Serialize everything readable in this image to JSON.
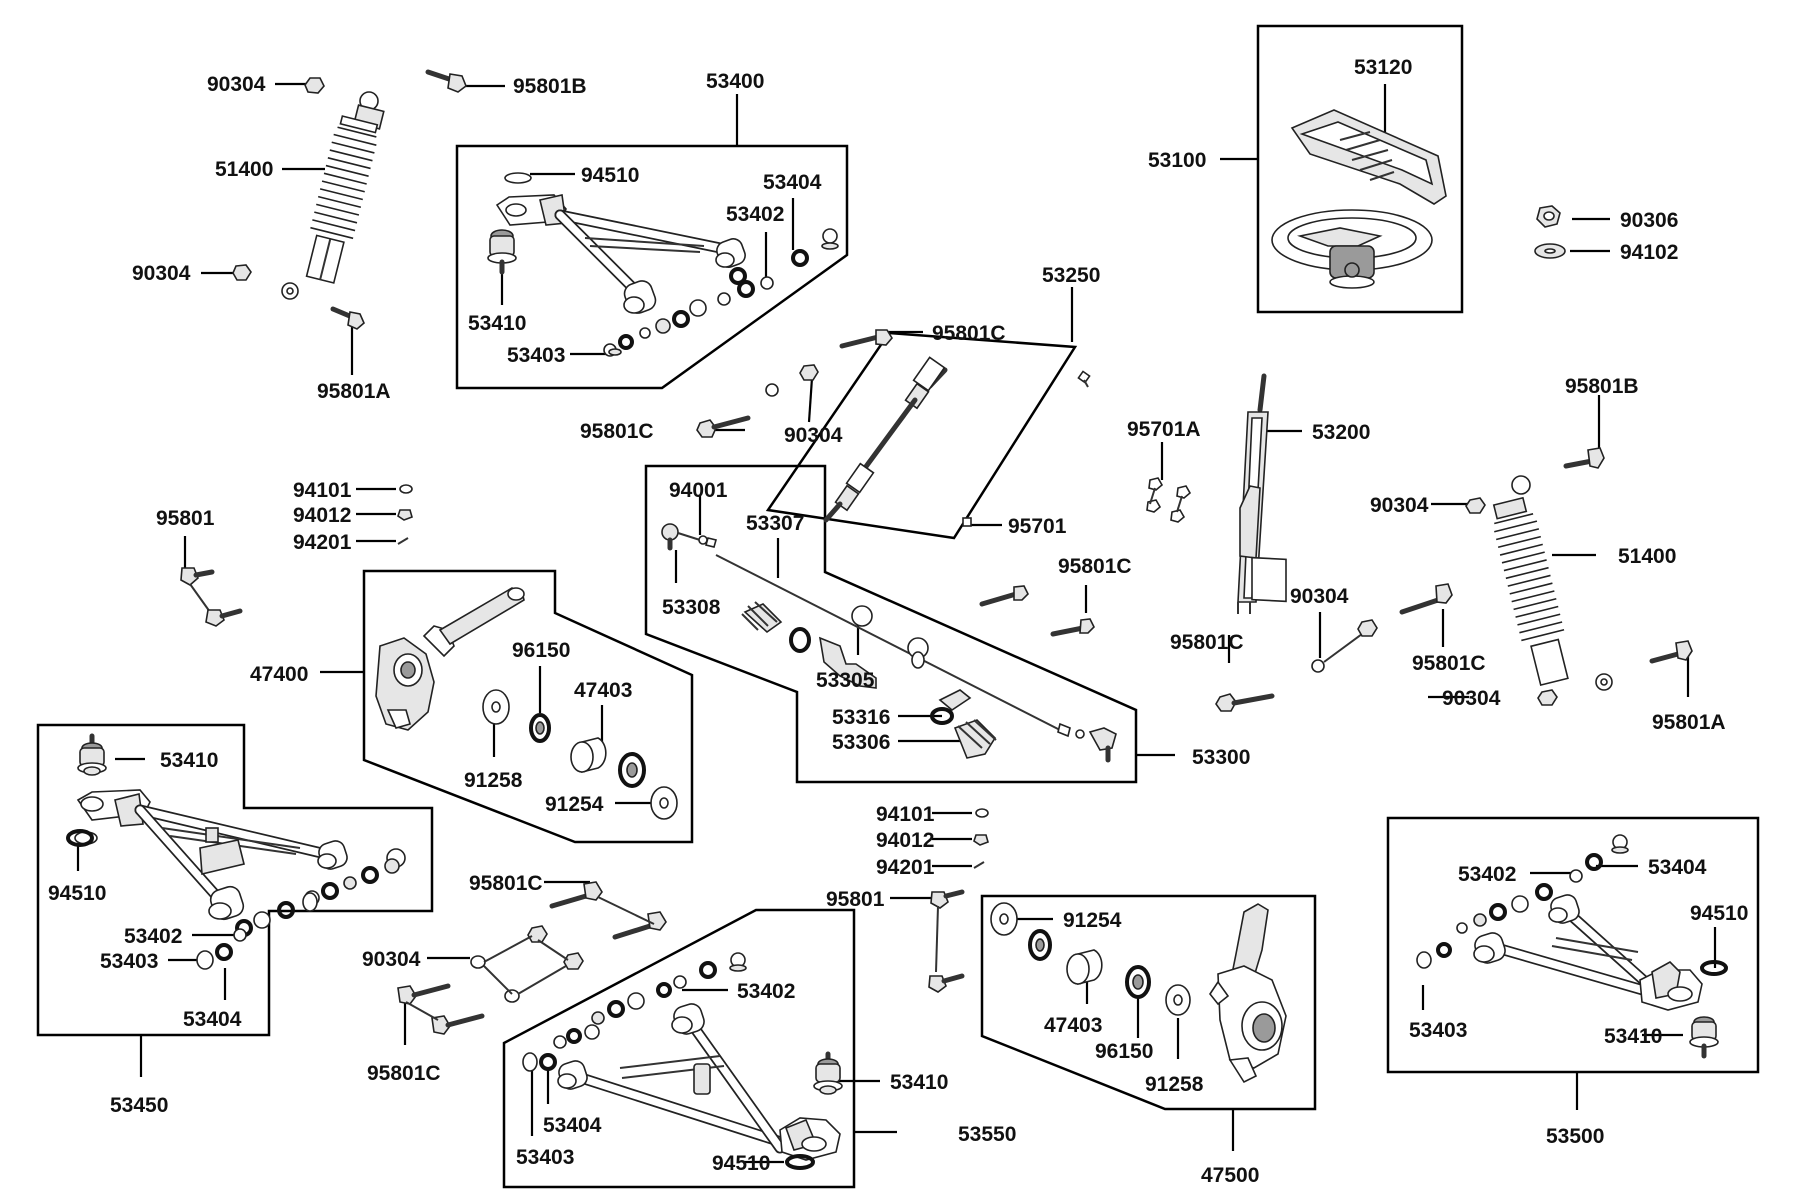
{
  "diagram": {
    "labels": {
      "l90304a": "90304",
      "l95801Ba": "95801B",
      "l51400a": "51400",
      "l90304b": "90304",
      "l95801Aa": "95801A",
      "l53400": "53400",
      "l94510a": "94510",
      "l53404a": "53404",
      "l53402a": "53402",
      "l53410a": "53410",
      "l53403a": "53403",
      "l53120": "53120",
      "l53100": "53100",
      "l90306": "90306",
      "l94102": "94102",
      "l53250": "53250",
      "l95801Ca": "95801C",
      "l95801Cb": "95801C",
      "l90304c": "90304",
      "l95701A": "95701A",
      "l53200": "53200",
      "l95701": "95701",
      "l95801Bb": "95801B",
      "l90304d": "90304",
      "l51400b": "51400",
      "l94101a": "94101",
      "l94012a": "94012",
      "l94201a": "94201",
      "l95801a": "95801",
      "l94001": "94001",
      "l53307": "53307",
      "l53308": "53308",
      "l53305": "53305",
      "l53316": "53316",
      "l53306": "53306",
      "l53300": "53300",
      "l95801Cc": "95801C",
      "l90304e": "90304",
      "l95801Cd": "95801C",
      "l95801Ce": "95801C",
      "l90304f": "90304",
      "l95801Ab": "95801A",
      "l47400": "47400",
      "l96150a": "96150",
      "l47403a": "47403",
      "l91258a": "91258",
      "l91254a": "91254",
      "l53410b": "53410",
      "l94510b": "94510",
      "l53402b": "53402",
      "l53403b": "53403",
      "l53404b": "53404",
      "l53450": "53450",
      "l95801Cf": "95801C",
      "l90304g": "90304",
      "l95801Cg": "95801C",
      "l94101b": "94101",
      "l94012b": "94012",
      "l94201b": "94201",
      "l95801b": "95801",
      "l53402c": "53402",
      "l53410c": "53410",
      "l53404c": "53404",
      "l53403c": "53403",
      "l94510c": "94510",
      "l53550": "53550",
      "l91254b": "91254",
      "l47403b": "47403",
      "l96150b": "96150",
      "l91258b": "91258",
      "l47500": "47500",
      "l53402d": "53402",
      "l53404d": "53404",
      "l94510d": "94510",
      "l53403d": "53403",
      "l53410d": "53410",
      "l53500": "53500"
    }
  }
}
